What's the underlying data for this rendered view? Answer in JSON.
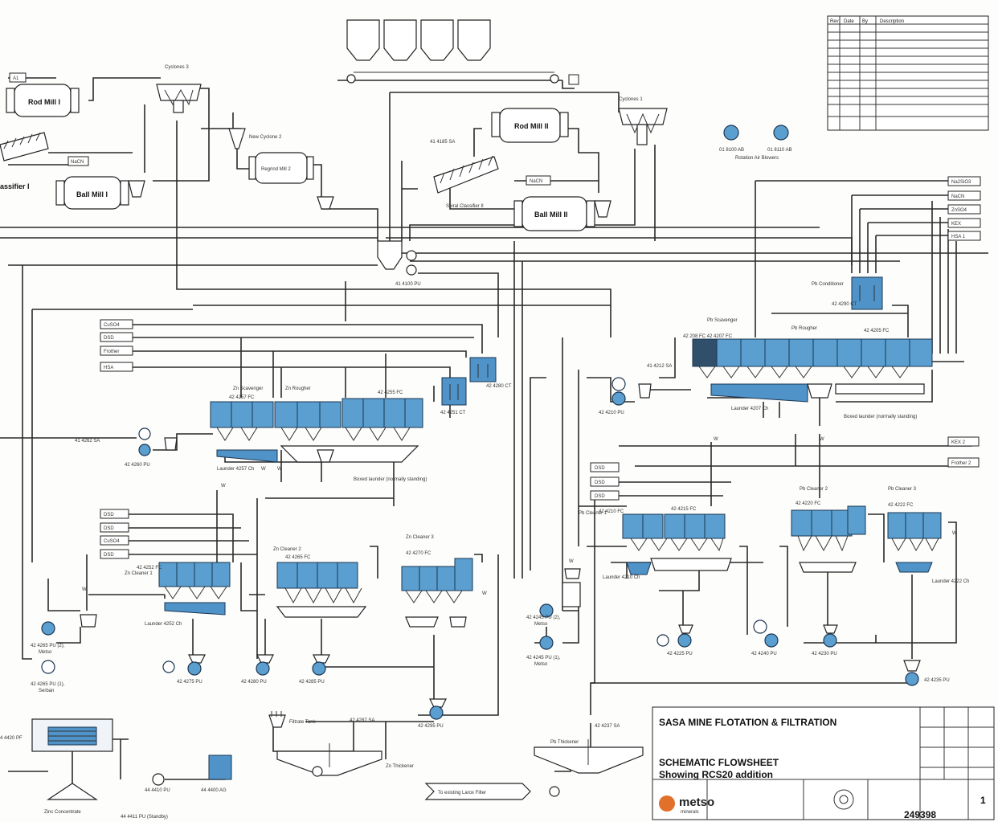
{
  "title_block": {
    "title": "SASA MINE FLOTATION & FILTRATION",
    "subtitle1": "SCHEMATIC FLOWSHEET",
    "subtitle2": "Showing RCS20 addition",
    "logo": "metso",
    "logo_sub": "minerals",
    "drawing_number": "249398",
    "sheet": "1"
  },
  "rev_table": {
    "headers": [
      "Rev",
      "Date",
      "By",
      "Description"
    ]
  },
  "labels": {
    "rod_mill_1": "Rod Mill I",
    "rod_mill_2": "Rod Mill II",
    "ball_mill_1": "Ball Mill I",
    "ball_mill_2": "Ball Mill II",
    "regrind_mill": "Regrind Mill 2",
    "cyclones_3": "Cyclones 3",
    "cyclones_1": "Cyclones 1",
    "new_cyclone_2": "New Cyclone 2",
    "spiral_classifier_2": "Spiral Classifier II",
    "classifier_1": "assifier I",
    "sa_41185": "41 4185 SA",
    "pu_41": "41 4100 PU",
    "ab_8100": "01 8100 AB",
    "ab_8110": "01 8110 AB",
    "rotary_blowers": "Rotation Air Blowers",
    "ct_42_4290": "42 4290 CT",
    "ct_42_4280": "42 4280 CT",
    "ct_42_4251": "42 4251 CT",
    "fc_pb_rougher": "42 208 FC 42 4207 FC",
    "fc_42_4205_pb": "42 4205 FC",
    "fc_42_4257": "42 4257 FC",
    "fc_42_4255": "42 4255 FC",
    "fc_42_4252": "42 4252 FC",
    "fc_42_4265": "42 4265 FC",
    "fc_42_4270": "42 4270 FC",
    "fc_42_4210": "42 4210 FC",
    "fc_42_4215": "42 4215 FC",
    "fc_42_4220": "42 4220 FC",
    "fc_42_4222": "42 4222 FC",
    "pu_42_4210": "42 4210 PU",
    "sa_41_4212": "41 4212 SA",
    "sa_41_4262": "41 4262 SA",
    "pu_42_4260": "42 4260 PU",
    "pu_42_4265_2": "42 4265 PU (2),",
    "pu_42_4265_2b": "Metso",
    "pu_42_4265_1": "42 4265 PU (1),",
    "pu_42_4265_1b": "Serban",
    "pu_42_4275": "42 4275 PU",
    "pu_42_4280": "42 4280 PU",
    "pu_42_4285": "42 4285 PU",
    "pu_42_4295": "42 4295 PU",
    "pu_42_4245_2": "42 4245 PU (2),",
    "pu_42_4245_2b": "Metso",
    "pu_42_4245_1": "42 4245 PU (1),",
    "pu_42_4245_1b": "Metso",
    "pu_42_4225": "42 4225 PU",
    "pu_42_4240": "42 4240 PU",
    "pu_42_4230": "42 4230 PU",
    "pu_42_4235": "42 4235 PU",
    "sa_42_4287": "42 4287 SA",
    "sa_42_4237": "42 4237 SA",
    "filtrate_tank": "Filtrate Tank",
    "zn_thickener": "Zn Thickener",
    "pb_thickener": "Pb Thickener",
    "larox": "To existing Larox Filter",
    "pu_44_4410": "44 4410 PU",
    "ag_44_4400": "44 4400 AG",
    "pu_44_4411": "44 4411 PU (Standby)",
    "pf_44_4420": "4 4420 PF",
    "zinc_conc": "Zinc Concentrate",
    "launder_4257": "Launder 4257 Ch",
    "launder_4207": "Launder 4207 Ch",
    "launder_4252": "Launder 4252 Ch",
    "launder_4210": "Launder 4210 Ch",
    "launder_4222": "Launder 4222 Ch",
    "boxed_launder_1": "Boxed launder (normally standing)",
    "boxed_launder_2": "Boxed launder (normally standing)",
    "w": "W",
    "cuso4": "CuSO4",
    "dsd": "DSD",
    "frother": "Frother",
    "hsa": "HSA",
    "zn_scav": "Zn Scavenger",
    "zn_rougher": "Zn Rougher",
    "pb_scav": "Pb Scavenger",
    "pb_rougher": "Pb Rougher",
    "pb_cond": "Pb Conditioner",
    "zn_cleaner_1": "Zn Cleaner 1",
    "zn_cleaner_2": "Zn Cleaner 2",
    "zn_cleaner_3": "Zn Cleaner 3",
    "pb_cleaner_1": "Pb Cleaner 1",
    "pb_cleaner_2": "Pb Cleaner 2",
    "pb_cleaner_3": "Pb Cleaner 3",
    "reagent_1": "Na2SiO3",
    "reagent_2": "NaCN",
    "reagent_3": "ZnSO4",
    "reagent_4": "KEX",
    "reagent_5": "HSA 1",
    "reagent_6": "Frother",
    "reagent_7": "KEX 2",
    "reagent_8": "Frother 2",
    "nacn": "NaCN",
    "a1": "A1"
  },
  "colors": {
    "equipment_fill": "#5b9fd0",
    "line": "#2a2a2a",
    "background": "#fdfdfb"
  }
}
